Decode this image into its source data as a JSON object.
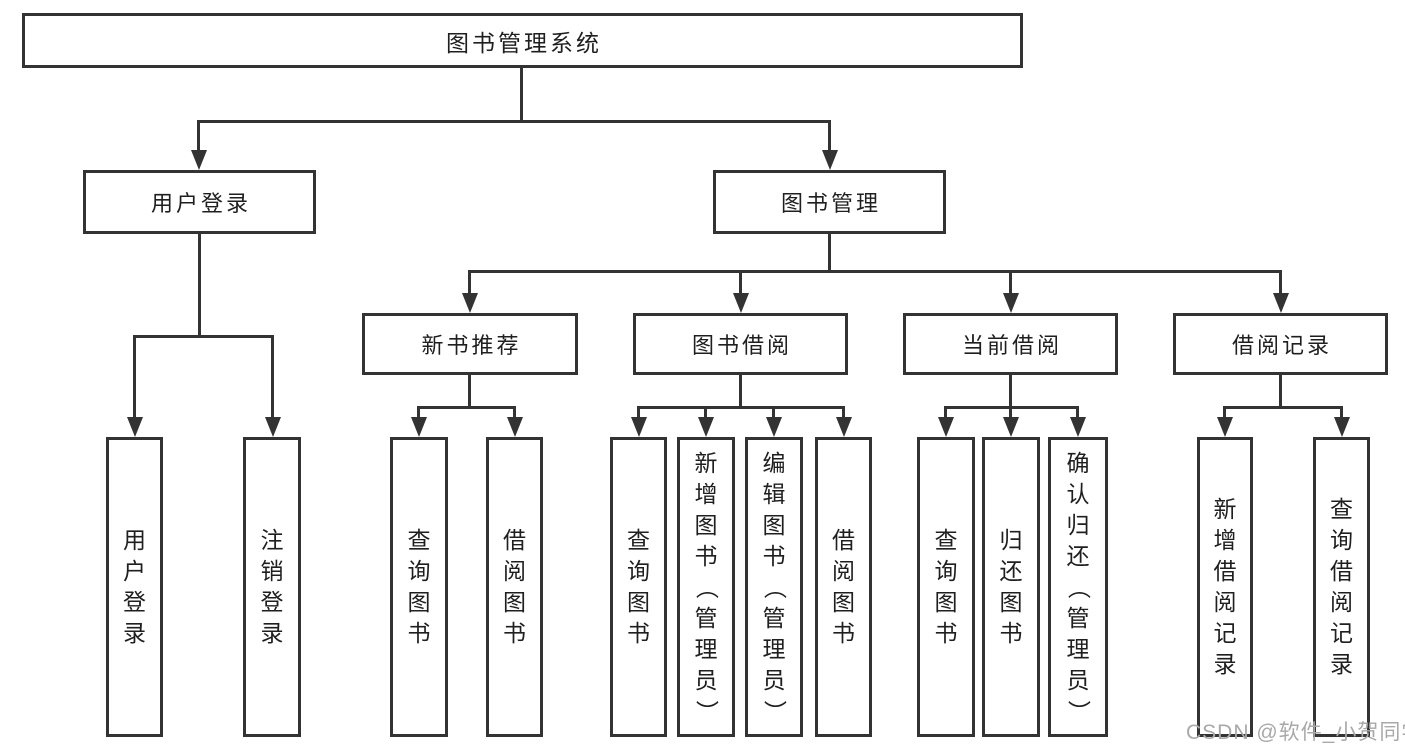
{
  "nodes": {
    "root": {
      "label": "图书管理系统"
    },
    "user_login": {
      "label": "用户登录"
    },
    "book_mgmt": {
      "label": "图书管理"
    },
    "new_book_rec": {
      "label": "新书推荐"
    },
    "book_borrow": {
      "label": "图书借阅"
    },
    "current_borrow": {
      "label": "当前借阅"
    },
    "borrow_record": {
      "label": "借阅记录"
    },
    "login": {
      "label": "用户登录"
    },
    "logout": {
      "label": "注销登录"
    },
    "rec_query": {
      "label": "查询图书"
    },
    "rec_borrow": {
      "label": "借阅图书"
    },
    "bb_query": {
      "label": "查询图书"
    },
    "bb_add": {
      "label": "新增图书（管理员）"
    },
    "bb_edit": {
      "label": "编辑图书（管理员）"
    },
    "bb_borrow": {
      "label": "借阅图书"
    },
    "cb_query": {
      "label": "查询图书"
    },
    "cb_return": {
      "label": "归还图书"
    },
    "cb_confirm": {
      "label": "确认归还（管理员）"
    },
    "br_add": {
      "label": "新增借阅记录"
    },
    "br_query": {
      "label": "查询借阅记录"
    }
  },
  "hierarchy": {
    "图书管理系统": {
      "用户登录": [
        "用户登录",
        "注销登录"
      ],
      "图书管理": {
        "新书推荐": [
          "查询图书",
          "借阅图书"
        ],
        "图书借阅": [
          "查询图书",
          "新增图书（管理员）",
          "编辑图书（管理员）",
          "借阅图书"
        ],
        "当前借阅": [
          "查询图书",
          "归还图书",
          "确认归还（管理员）"
        ],
        "借阅记录": [
          "新增借阅记录",
          "查询借阅记录"
        ]
      }
    }
  },
  "watermark": "CSDN @软件_小贺同学",
  "colors": {
    "line": "#333333",
    "text": "#1f1f1f",
    "watermark": "#a9a9a9",
    "background": "#ffffff"
  }
}
